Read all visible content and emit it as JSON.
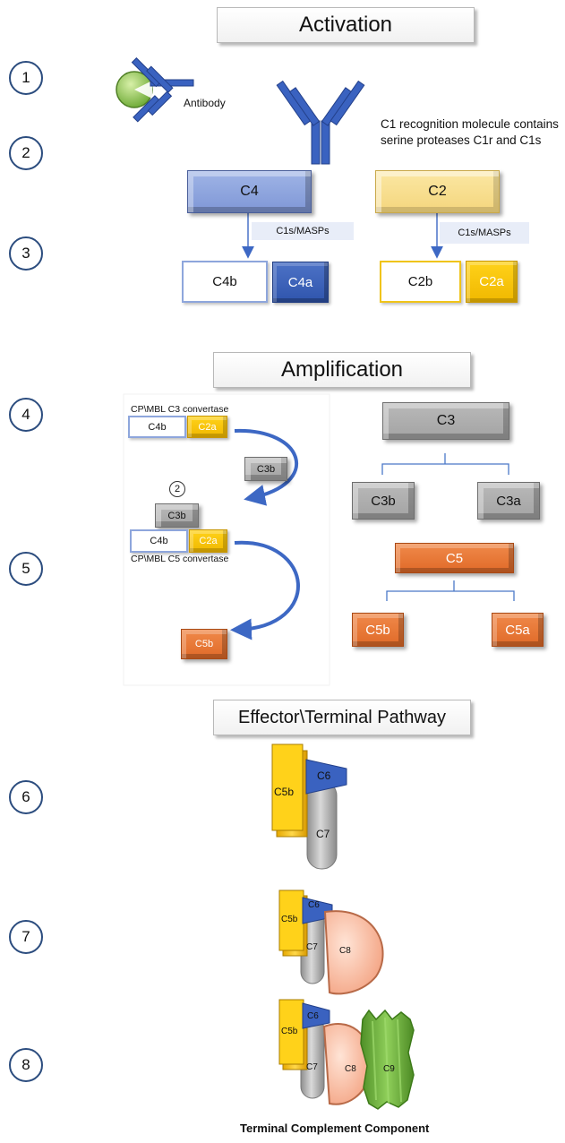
{
  "sections": {
    "activation": "Activation",
    "amplification": "Amplification",
    "effector": "Effector\\Terminal Pathway"
  },
  "steps": [
    "1",
    "2",
    "3",
    "4",
    "5",
    "6",
    "7",
    "8"
  ],
  "activation": {
    "antibody_label": "Antibody",
    "c1_caption_line1": "C1 recognition molecule contains",
    "c1_caption_line2": "serine proteases C1r and C1s",
    "c4": "C4",
    "c2": "C2",
    "enzyme_left": "C1s/MASPs",
    "enzyme_right": "C1s/MASPs",
    "c4b": "C4b",
    "c4a": "C4a",
    "c2b": "C2b",
    "c2a": "C2a"
  },
  "amplification": {
    "c3_convertase_label": "CP\\MBL C3 convertase",
    "c5_convertase_label": "CP\\MBL C5 convertase",
    "conv_c4b": "C4b",
    "conv_c2a": "C2a",
    "c3b_moving": "C3b",
    "circle_number": "2",
    "c5_conv_c3b": "C3b",
    "c5_conv_c4b": "C4b",
    "c5_conv_c2a": "C2a",
    "c5b_product": "C5b",
    "c3": "C3",
    "c3b": "C3b",
    "c3a": "C3a",
    "c5": "C5",
    "c5b": "C5b",
    "c5a": "C5a"
  },
  "terminal": {
    "s6_c5b": "C5b",
    "s6_c6": "C6",
    "s6_c7": "C7",
    "s7_c5b": "C5b",
    "s7_c6": "C6",
    "s7_c7": "C7",
    "s7_c8": "C8",
    "s8_c5b": "C5b",
    "s8_c6": "C6",
    "s8_c7": "C7",
    "s8_c8": "C8",
    "s8_c9": "C9",
    "caption": "Terminal Complement Component"
  },
  "colors": {
    "blue": "#2f55ad",
    "light_blue": "#8ea6dc",
    "yellow": "#f0b800",
    "gray": "#a9a9a9",
    "orange": "#e06a28",
    "salmon": "#f6b49a",
    "green": "#6cae3b",
    "step_border": "#2b4c7e"
  },
  "icons": {
    "antibody": "antibody-icon",
    "antigen": "antigen-icon",
    "arrow": "arrow-icon",
    "brace": "brace-icon"
  }
}
